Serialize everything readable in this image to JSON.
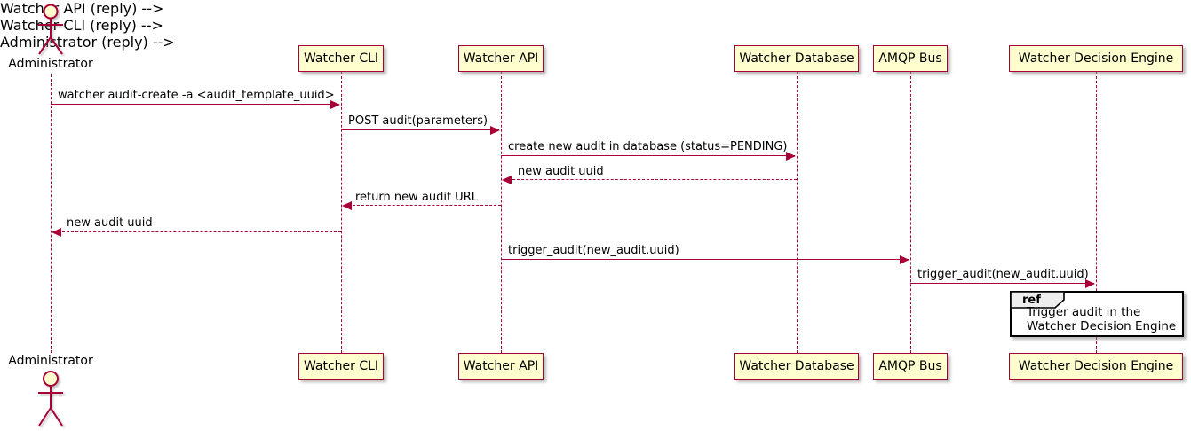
{
  "diagram": {
    "kind": "sequence-diagram",
    "colors": {
      "participant_fill": "#FEFECE",
      "stroke": "#A80036",
      "message_text": "#000000",
      "ref_fill": "#FFFFFF",
      "ref_border": "#000000",
      "ref_tab_fill": "#EEEEEE",
      "background": "#FFFFFF"
    },
    "actor": {
      "name": "Administrator"
    },
    "participants": [
      {
        "name": "Watcher CLI"
      },
      {
        "name": "Watcher API"
      },
      {
        "name": "Watcher Database"
      },
      {
        "name": "AMQP Bus"
      },
      {
        "name": "Watcher Decision Engine"
      }
    ],
    "messages": [
      {
        "from": "Administrator",
        "to": "Watcher CLI",
        "label": "watcher audit-create -a <audit_template_uuid>",
        "style": "solid"
      },
      {
        "from": "Watcher CLI",
        "to": "Watcher API",
        "label": "POST audit(parameters)",
        "style": "solid"
      },
      {
        "from": "Watcher API",
        "to": "Watcher Database",
        "label": "create new audit in database (status=PENDING)",
        "style": "solid"
      },
      {
        "from": "Watcher Database",
        "to": "Watcher API",
        "label": "new audit uuid",
        "style": "dashed"
      },
      {
        "from": "Watcher API",
        "to": "Watcher CLI",
        "label": "return new audit URL",
        "style": "dashed"
      },
      {
        "from": "Watcher CLI",
        "to": "Administrator",
        "label": "new audit uuid",
        "style": "dashed"
      },
      {
        "from": "Watcher API",
        "to": "AMQP Bus",
        "label": "trigger_audit(new_audit.uuid)",
        "style": "solid"
      },
      {
        "from": "AMQP Bus",
        "to": "Watcher Decision Engine",
        "label": "trigger_audit(new_audit.uuid)",
        "style": "solid"
      }
    ],
    "ref_fragment": {
      "keyword": "ref",
      "over": "Watcher Decision Engine",
      "lines": [
        "Trigger audit in the",
        "Watcher Decision Engine"
      ]
    }
  }
}
